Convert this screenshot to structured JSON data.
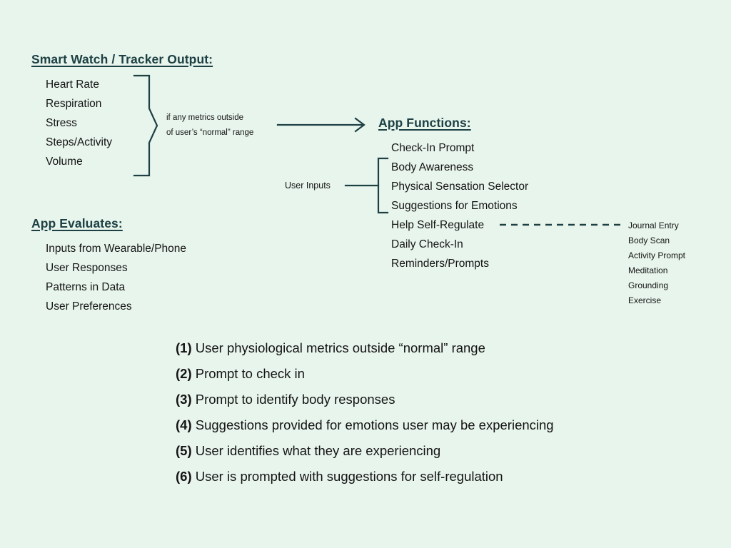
{
  "theme": {
    "background": "#e8f5ec",
    "heading_color": "#1d4044",
    "body_color": "#141414",
    "line_color": "#1d4044"
  },
  "tracker_section": {
    "title": "Smart Watch / Tracker Output:",
    "items": [
      "Heart Rate",
      "Respiration",
      "Stress",
      "Steps/Activity",
      "Volume"
    ]
  },
  "condition_note": {
    "line1": "if any metrics outside",
    "line2": "of user’s “normal” range"
  },
  "app_functions": {
    "title": "App Functions:",
    "items": [
      "Check-In Prompt",
      "Body Awareness",
      "Physical Sensation Selector",
      "Suggestions for Emotions",
      "Help Self-Regulate",
      "Daily Check-In",
      "Reminders/Prompts"
    ]
  },
  "user_inputs_label": "User Inputs",
  "self_regulate_options": {
    "items": [
      "Journal Entry",
      "Body Scan",
      "Activity Prompt",
      "Meditation",
      "Grounding",
      "Exercise"
    ]
  },
  "app_evaluates": {
    "title": "App Evaluates:",
    "items": [
      "Inputs from Wearable/Phone",
      "User Responses",
      "Patterns in Data",
      "User Preferences"
    ]
  },
  "steps": [
    {
      "num": "(1)",
      "text": "User physiological metrics outside “normal” range"
    },
    {
      "num": "(2)",
      "text": "Prompt to check in"
    },
    {
      "num": "(3)",
      "text": "Prompt to identify body responses"
    },
    {
      "num": "(4)",
      "text": "Suggestions provided for emotions user may be experiencing"
    },
    {
      "num": "(5)",
      "text": "User identifies what they are experiencing"
    },
    {
      "num": "(6)",
      "text": "User is prompted with suggestions for self-regulation"
    }
  ]
}
